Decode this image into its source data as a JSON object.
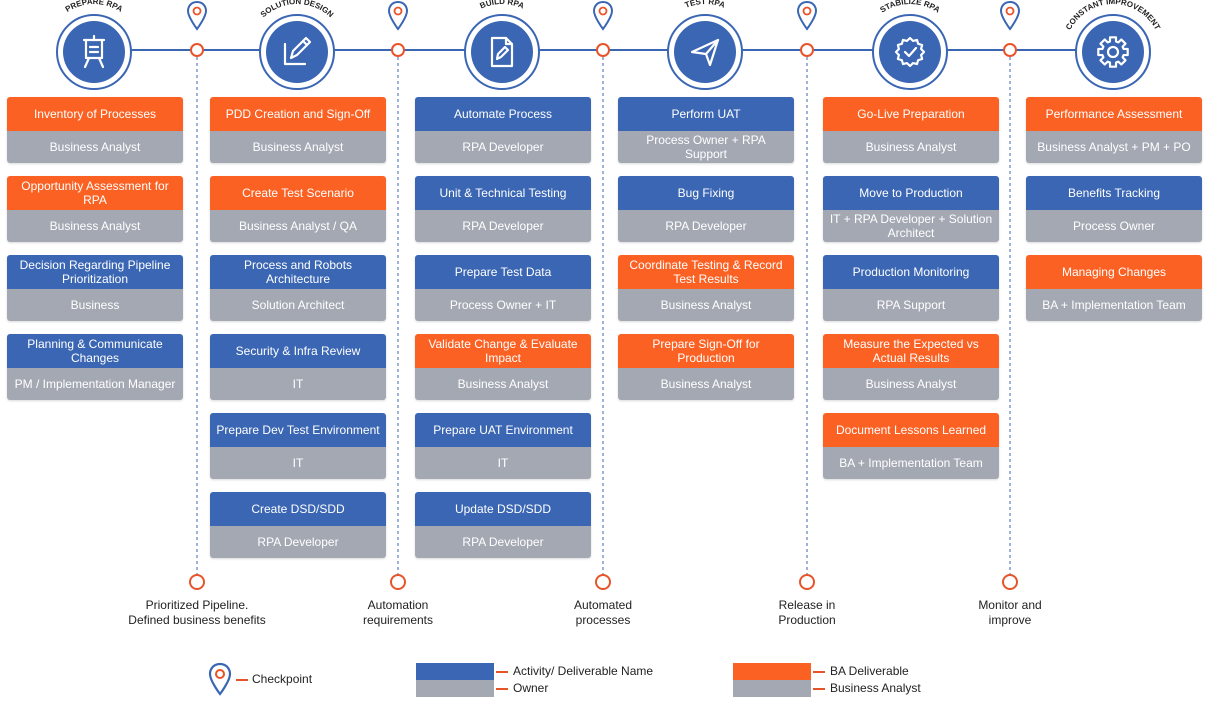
{
  "colors": {
    "blue": "#3a66b3",
    "orange": "#fb6123",
    "gray": "#a3a8b3",
    "accent": "#e8542a"
  },
  "phases": [
    {
      "title": "PREPARE RPA",
      "icon": "presentation-board-icon"
    },
    {
      "title": "SOLUTION DESIGN",
      "icon": "pencil-square-icon"
    },
    {
      "title": "BUILD RPA",
      "icon": "document-edit-icon"
    },
    {
      "title": "TEST RPA",
      "icon": "paper-plane-icon"
    },
    {
      "title": "STABILIZE RPA",
      "icon": "badge-check-icon"
    },
    {
      "title": "CONSTANT IMPROVEMENT",
      "icon": "gear-icon"
    }
  ],
  "columns": [
    {
      "cards": [
        {
          "activity": "Inventory of Processes",
          "owner": "Business Analyst",
          "type": "orange"
        },
        {
          "activity": "Opportunity Assessment for RPA",
          "owner": "Business Analyst",
          "type": "orange"
        },
        {
          "activity": "Decision Regarding Pipeline Prioritization",
          "owner": "Business",
          "type": "blue"
        },
        {
          "activity": "Planning & Communicate Changes",
          "owner": "PM / Implementation Manager",
          "type": "blue"
        }
      ]
    },
    {
      "cards": [
        {
          "activity": "PDD Creation and Sign-Off",
          "owner": "Business Analyst",
          "type": "orange"
        },
        {
          "activity": "Create Test Scenario",
          "owner": "Business Analyst / QA",
          "type": "orange"
        },
        {
          "activity": "Process and Robots Architecture",
          "owner": "Solution Architect",
          "type": "blue"
        },
        {
          "activity": "Security & Infra Review",
          "owner": "IT",
          "type": "blue"
        },
        {
          "activity": "Prepare Dev Test Environment",
          "owner": "IT",
          "type": "blue"
        },
        {
          "activity": "Create DSD/SDD",
          "owner": "RPA Developer",
          "type": "blue"
        }
      ]
    },
    {
      "cards": [
        {
          "activity": "Automate Process",
          "owner": "RPA Developer",
          "type": "blue"
        },
        {
          "activity": "Unit & Technical Testing",
          "owner": "RPA Developer",
          "type": "blue"
        },
        {
          "activity": "Prepare Test Data",
          "owner": "Process Owner + IT",
          "type": "blue"
        },
        {
          "activity": "Validate Change & Evaluate Impact",
          "owner": "Business Analyst",
          "type": "orange"
        },
        {
          "activity": "Prepare UAT Environment",
          "owner": "IT",
          "type": "blue"
        },
        {
          "activity": "Update DSD/SDD",
          "owner": "RPA Developer",
          "type": "blue"
        }
      ]
    },
    {
      "cards": [
        {
          "activity": "Perform UAT",
          "owner": "Process Owner + RPA Support",
          "type": "blue"
        },
        {
          "activity": "Bug Fixing",
          "owner": "RPA Developer",
          "type": "blue"
        },
        {
          "activity": "Coordinate Testing & Record Test Results",
          "owner": "Business Analyst",
          "type": "orange"
        },
        {
          "activity": "Prepare Sign-Off for Production",
          "owner": "Business Analyst",
          "type": "orange"
        }
      ]
    },
    {
      "cards": [
        {
          "activity": "Go-Live Preparation",
          "owner": "Business Analyst",
          "type": "orange"
        },
        {
          "activity": "Move to Production",
          "owner": "IT + RPA Developer + Solution Architect",
          "type": "blue"
        },
        {
          "activity": "Production Monitoring",
          "owner": "RPA Support",
          "type": "blue"
        },
        {
          "activity": "Measure the Expected vs Actual Results",
          "owner": "Business Analyst",
          "type": "orange"
        },
        {
          "activity": "Document Lessons Learned",
          "owner": "BA + Implementation Team",
          "type": "orange"
        }
      ]
    },
    {
      "cards": [
        {
          "activity": "Performance Assessment",
          "owner": "Business Analyst + PM + PO",
          "type": "orange"
        },
        {
          "activity": "Benefits Tracking",
          "owner": "Process Owner",
          "type": "blue"
        },
        {
          "activity": "Managing Changes",
          "owner": "BA + Implementation Team",
          "type": "orange"
        }
      ]
    }
  ],
  "milestones": [
    "Prioritized Pipeline.\nDefined business benefits",
    "Automation\nrequirements",
    "Automated\nprocesses",
    "Release in\nProduction",
    "Monitor and\nimprove"
  ],
  "legend": {
    "checkpoint": "Checkpoint",
    "activity": "Activity/ Deliverable Name",
    "owner": "Owner",
    "ba_deliverable": "BA Deliverable",
    "business_analyst": "Business Analyst"
  }
}
